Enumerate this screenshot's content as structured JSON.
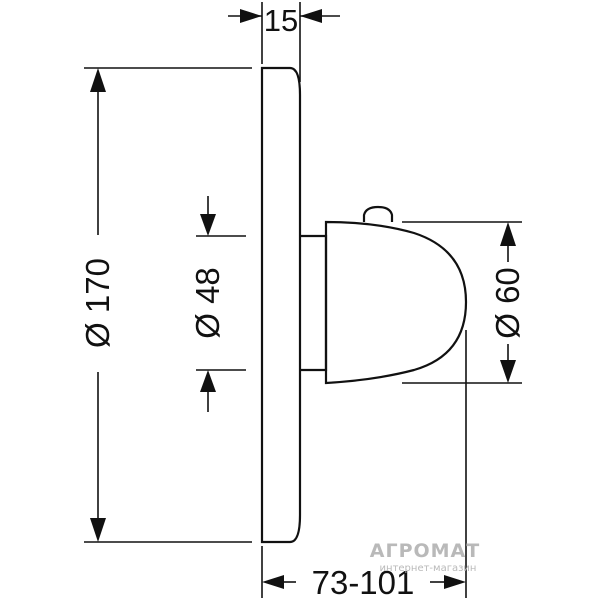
{
  "dimensions": {
    "top_width": "15",
    "plate_diameter": "Ø 170",
    "inner_diameter": "Ø 48",
    "knob_diameter": "Ø 60",
    "depth_range": "73-101"
  },
  "watermark": {
    "brand": "АГРОМАТ",
    "tagline": "интернет-магазин"
  }
}
